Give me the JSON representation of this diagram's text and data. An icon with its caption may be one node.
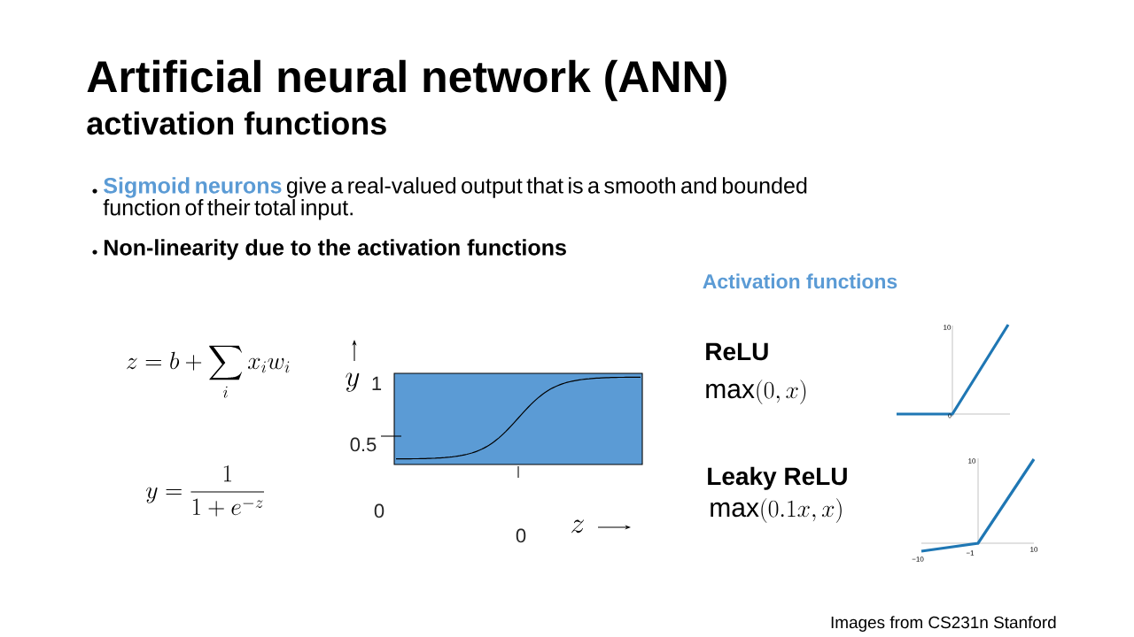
{
  "diagram": {
    "title": "Artificial neural network (ANN)",
    "labels": [
      "activation functions",
      "**Sigmoid neurons** give a real-valued output that is a smooth and bounded function of their total input.",
      "Non-linearity due to the activation functions",
      "Activation functions",
      "z=b+\\sum_{i} x_{i}w_{i}",
      "y=\\frac{1}{1+e^{-z}}",
      "y",
      "1",
      "0.5",
      "0",
      "0",
      "z",
      "ReLU",
      "\\max(0,x)",
      "10",
      "0",
      "Leaky ReLU",
      "\\max(0.1x,x)",
      "10",
      "−10",
      "−1",
      "10",
      "Images from CS231n Stanford"
    ]
  }
}
